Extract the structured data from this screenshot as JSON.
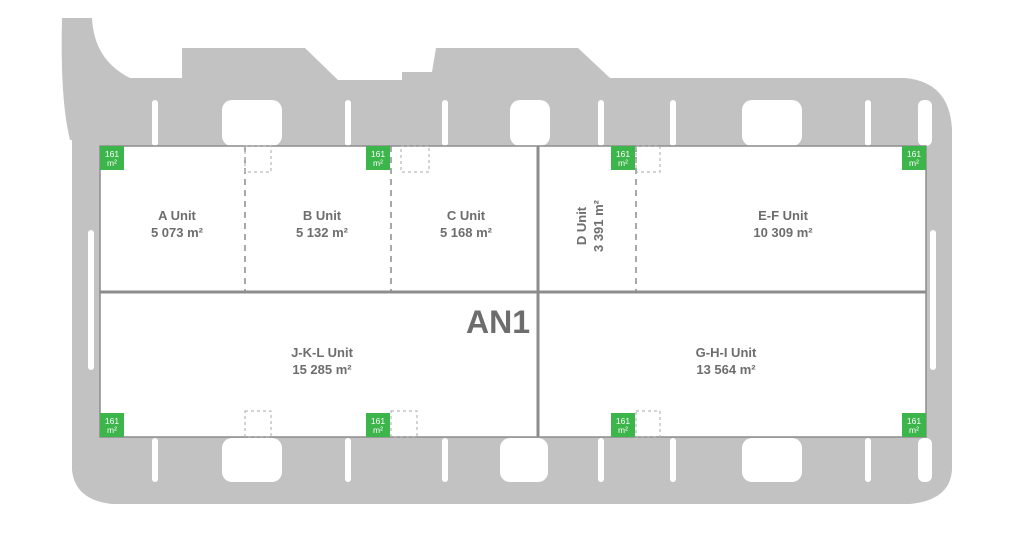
{
  "colors": {
    "site": "#c2c2c2",
    "building": "#ffffff",
    "wall": "#8c8c8c",
    "text": "#6d6d6d",
    "badge": "#3cb54a",
    "badge_text": "#ffffff"
  },
  "block": {
    "name": "AN1"
  },
  "units": [
    {
      "id": "a",
      "name": "A Unit",
      "area": "5 073 m²"
    },
    {
      "id": "b",
      "name": "B Unit",
      "area": "5 132 m²"
    },
    {
      "id": "c",
      "name": "C Unit",
      "area": "5 168 m²"
    },
    {
      "id": "d",
      "name": "D Unit",
      "area": "3 391 m²"
    },
    {
      "id": "ef",
      "name": "E-F Unit",
      "area": "10 309 m²"
    },
    {
      "id": "jkl",
      "name": "J-K-L Unit",
      "area": "15 285 m²"
    },
    {
      "id": "ghi",
      "name": "G-H-I Unit",
      "area": "13 564 m²"
    }
  ],
  "office_badge": {
    "value": "161",
    "unit": "m²"
  },
  "office_badge_count": 8,
  "icons": [
    "office-area-badge"
  ]
}
